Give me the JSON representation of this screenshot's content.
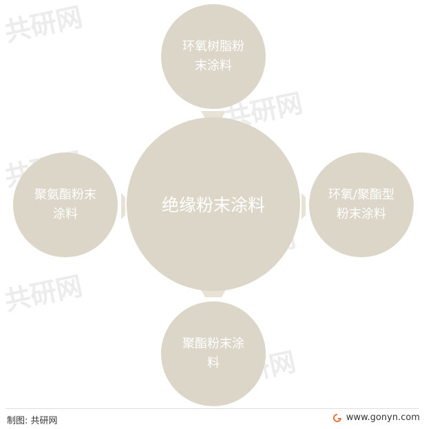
{
  "diagram": {
    "center": {
      "label": "绝缘粉末涂料"
    },
    "nodes": {
      "top": {
        "label_line1": "环氧树脂粉",
        "label_line2": "末涂料"
      },
      "left": {
        "label_line1": "聚氨酯粉末",
        "label_line2": "涂料"
      },
      "right": {
        "label_line1": "环氧/聚酯型",
        "label_line2": "粉末涂料"
      },
      "bottom": {
        "label_line1": "聚酯粉末涂",
        "label_line2": "料"
      }
    },
    "colors": {
      "circle": "#dcd6c8",
      "connector": "#e8e2d6",
      "text": "#ffffff"
    }
  },
  "watermark": {
    "brand": "共研网",
    "url": "www.gonyn.com"
  },
  "footer": {
    "source": "制图: 共研网",
    "website": "www.gonyn.com",
    "logo_icon": "gonyn-logo-icon",
    "logo_color": "#e8703a"
  }
}
